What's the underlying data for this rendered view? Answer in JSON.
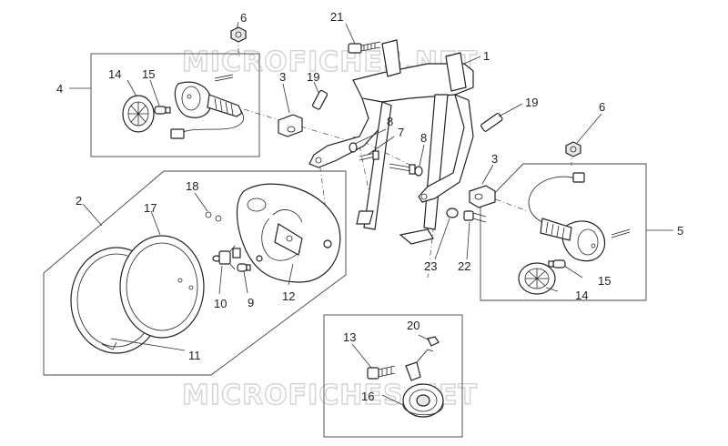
{
  "watermark": {
    "top": "MICROFICHES.NET",
    "bottom": "MICROFICHES.NET"
  },
  "callouts": {
    "c1": "1",
    "c2": "2",
    "c3a": "3",
    "c3b": "3",
    "c4": "4",
    "c5": "5",
    "c6a": "6",
    "c6b": "6",
    "c7": "7",
    "c8a": "8",
    "c8b": "8",
    "c9": "9",
    "c10": "10",
    "c11": "11",
    "c12": "12",
    "c13": "13",
    "c14a": "14",
    "c14b": "14",
    "c15a": "15",
    "c15b": "15",
    "c16": "16",
    "c17": "17",
    "c18": "18",
    "c19a": "19",
    "c19b": "19",
    "c20": "20",
    "c21": "21",
    "c22": "22",
    "c23": "23"
  }
}
